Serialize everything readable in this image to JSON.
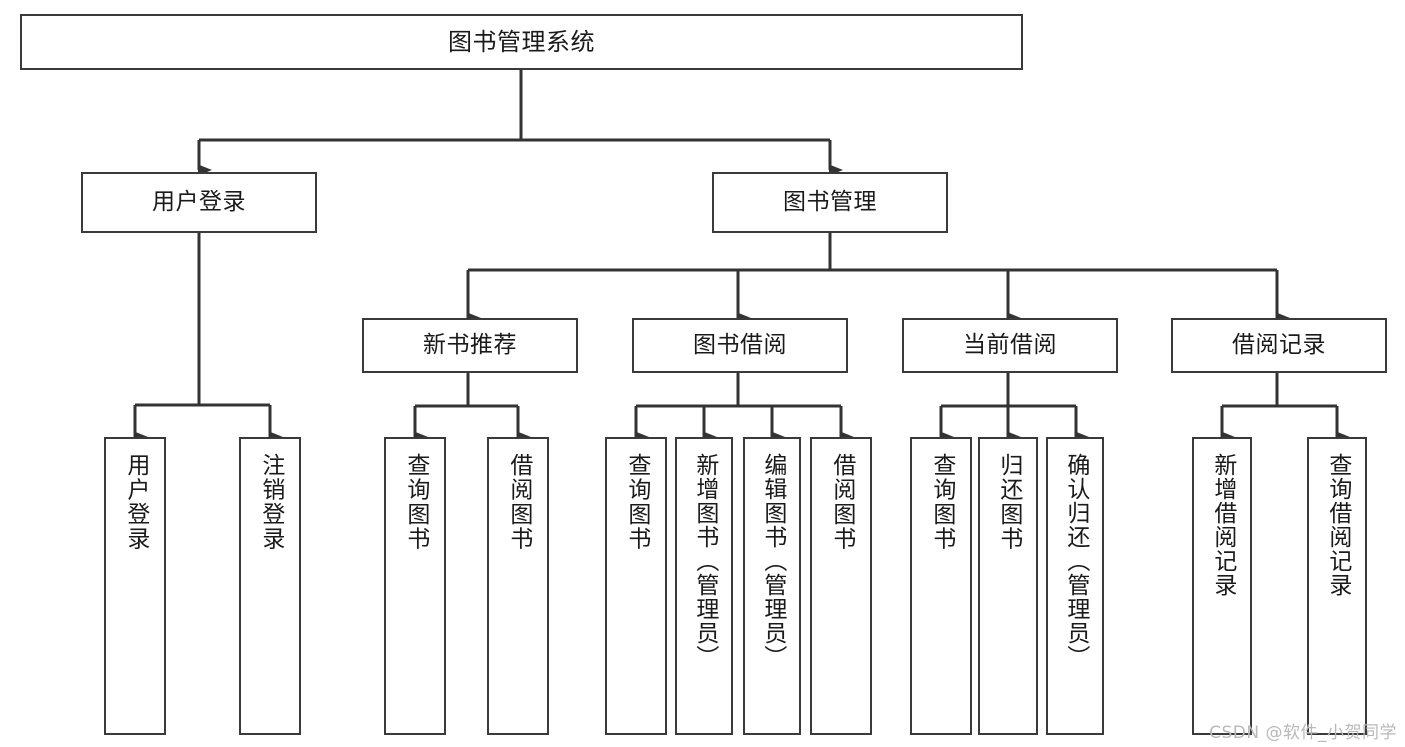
{
  "diagram": {
    "title": "图书管理系统",
    "type": "tree",
    "root": {
      "id": "root",
      "label": "图书管理系统"
    },
    "level1": [
      {
        "id": "user-login",
        "label": "用户登录"
      },
      {
        "id": "book-manage",
        "label": "图书管理"
      }
    ],
    "level2": [
      {
        "id": "new-book-recommend",
        "label": "新书推荐",
        "parent": "book-manage"
      },
      {
        "id": "book-borrow",
        "label": "图书借阅",
        "parent": "book-manage"
      },
      {
        "id": "current-borrow",
        "label": "当前借阅",
        "parent": "book-manage"
      },
      {
        "id": "borrow-record",
        "label": "借阅记录",
        "parent": "book-manage"
      }
    ],
    "leaves": [
      {
        "id": "leaf-user-login",
        "label": "用户登录",
        "parent": "user-login"
      },
      {
        "id": "leaf-logout-login",
        "label": "注销登录",
        "parent": "user-login"
      },
      {
        "id": "leaf-query-book-1",
        "label": "查询图书",
        "parent": "new-book-recommend"
      },
      {
        "id": "leaf-borrow-book-1",
        "label": "借阅图书",
        "parent": "new-book-recommend"
      },
      {
        "id": "leaf-query-book-2",
        "label": "查询图书",
        "parent": "book-borrow"
      },
      {
        "id": "leaf-add-book",
        "label": "新增图书（管理员）",
        "parent": "book-borrow"
      },
      {
        "id": "leaf-edit-book",
        "label": "编辑图书（管理员）",
        "parent": "book-borrow"
      },
      {
        "id": "leaf-borrow-book-2",
        "label": "借阅图书",
        "parent": "book-borrow"
      },
      {
        "id": "leaf-query-book-3",
        "label": "查询图书",
        "parent": "current-borrow"
      },
      {
        "id": "leaf-return-book",
        "label": "归还图书",
        "parent": "current-borrow"
      },
      {
        "id": "leaf-confirm-return",
        "label": "确认归还（管理员）",
        "parent": "current-borrow"
      },
      {
        "id": "leaf-add-record",
        "label": "新增借阅记录",
        "parent": "borrow-record"
      },
      {
        "id": "leaf-query-record",
        "label": "查询借阅记录",
        "parent": "borrow-record"
      }
    ]
  },
  "colors": {
    "background": "#ffffff",
    "box_fill": "#ffffff",
    "box_border": "#3a3a3a",
    "connector": "#333333",
    "text": "#1a1a1a",
    "watermark": "#b9b9b9"
  },
  "watermark": {
    "text": "CSDN @软件_小贺同学"
  }
}
